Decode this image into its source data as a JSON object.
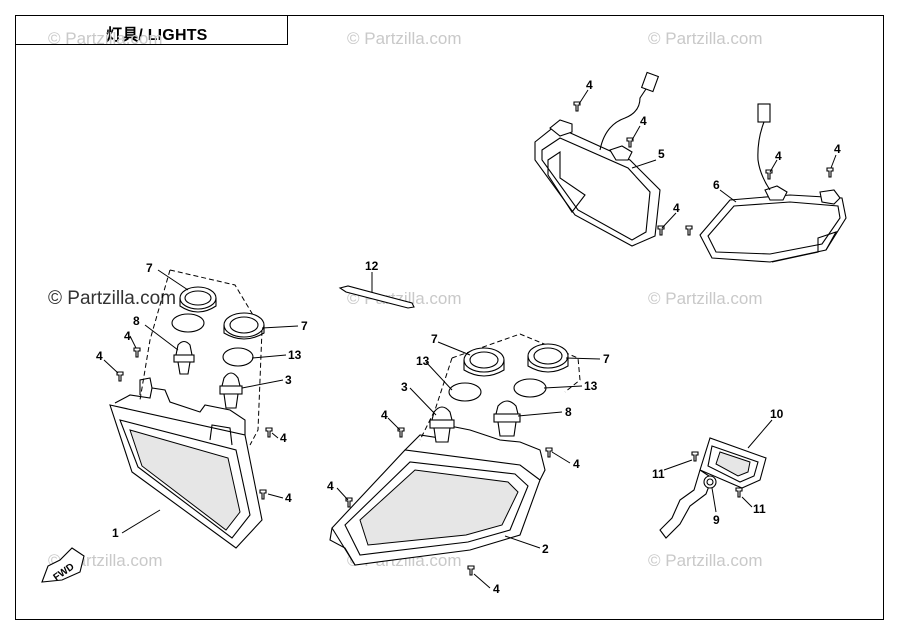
{
  "title": "灯具/ LIGHTS",
  "watermarks": [
    "© Partzilla.com",
    "© Partzilla.com",
    "© Partzilla.com",
    "© Partzilla.com",
    "© Partzilla.com",
    "© Partzilla.com",
    "© Partzilla.com",
    "© Partzilla.com",
    "© Partzilla.com"
  ],
  "callouts": {
    "c7a": "7",
    "c8a": "8",
    "c4a": "4",
    "c7b": "7",
    "c13a": "13",
    "c3a": "3",
    "c4b": "4",
    "c4c": "4",
    "c1": "1",
    "c12": "12",
    "c7c": "7",
    "c13b": "13",
    "c3b": "3",
    "c7d": "7",
    "c13c": "13",
    "c8b": "8",
    "c4d": "4",
    "c4e": "4",
    "c4f": "4",
    "c4g": "4",
    "c2": "2",
    "c4h": "4",
    "c4i": "4",
    "c5": "5",
    "c4j": "4",
    "c6": "6",
    "c4k": "4",
    "c4l": "4",
    "c10": "10",
    "c11a": "11",
    "c9": "9",
    "c11b": "11"
  },
  "fwd_label": "FWD"
}
